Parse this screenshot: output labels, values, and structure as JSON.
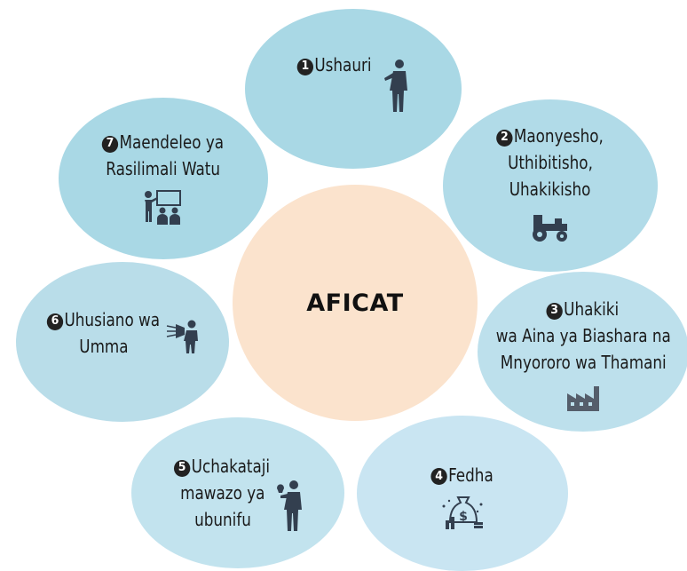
{
  "center": {
    "title": "AFICAT"
  },
  "items": [
    {
      "num": "1",
      "lines": [
        "Ushauri"
      ],
      "icon": "presenter-icon"
    },
    {
      "num": "2",
      "lines": [
        "Maonyesho,",
        "Uthibitisho,",
        "Uhakikisho"
      ],
      "icon": "tractor-icon"
    },
    {
      "num": "3",
      "lines": [
        "Uhakiki",
        "wa Aina ya Biashara na",
        "Mnyororo wa Thamani"
      ],
      "icon": "factory-icon"
    },
    {
      "num": "4",
      "lines": [
        "Fedha"
      ],
      "icon": "money-bag-icon"
    },
    {
      "num": "5",
      "lines": [
        "Uchakataji",
        "mawazo ya",
        "ubunifu"
      ],
      "icon": "businessman-idea-icon"
    },
    {
      "num": "6",
      "lines": [
        "Uhusiano wa",
        "Umma"
      ],
      "icon": "megaphone-person-icon"
    },
    {
      "num": "7",
      "lines": [
        "Maendeleo ya",
        "Rasilimali Watu"
      ],
      "icon": "classroom-training-icon"
    }
  ],
  "colors": {
    "center_fill": "#fbe3cd",
    "bubble_fill": "#a9d8e5",
    "icon_color": "#333f4f"
  }
}
